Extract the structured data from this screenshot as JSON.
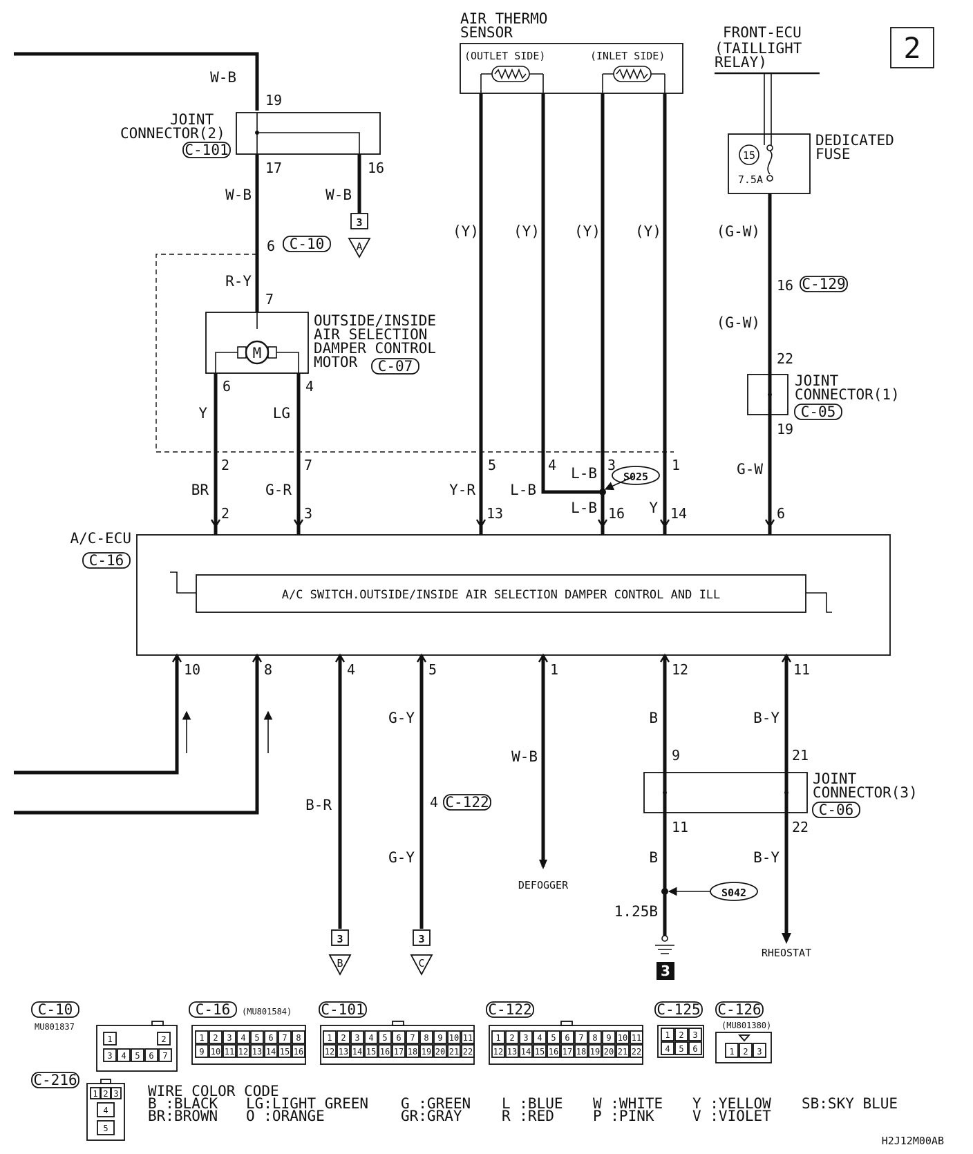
{
  "page_number": "2",
  "doc_code": "H2J12M00AB",
  "front_ecu": {
    "line1": "FRONT-ECU",
    "line2": "(TAILLIGHT",
    "line3": "RELAY)"
  },
  "air_thermo": {
    "line1": "AIR THERMO",
    "line2": "SENSOR",
    "outlet": "(OUTLET SIDE)",
    "inlet": "(INLET SIDE)"
  },
  "joint2": {
    "line1": "JOINT",
    "line2": "CONNECTOR(2)",
    "ref": "C-101"
  },
  "joint1": {
    "line1": "JOINT",
    "line2": "CONNECTOR(1)",
    "ref": "C-05"
  },
  "joint3": {
    "line1": "JOINT",
    "line2": "CONNECTOR(3)",
    "ref": "C-06"
  },
  "fuse": {
    "line1": "DEDICATED",
    "line2": "FUSE",
    "num": "15",
    "rating": "7.5A"
  },
  "motor": {
    "line1": "OUTSIDE/INSIDE",
    "line2": "AIR SELECTION",
    "line3": "DAMPER CONTROL",
    "line4": "MOTOR",
    "ref": "C-07",
    "symbol": "M"
  },
  "ecu": {
    "name": "A/C-ECU",
    "ref": "C-16",
    "inner": "A/C SWITCH.OUTSIDE/INSIDE AIR SELECTION DAMPER CONTROL AND ILL"
  },
  "splices": {
    "s025": "S025",
    "s042": "S042"
  },
  "refs": {
    "c10": "C-10",
    "c129": "C-129",
    "c122": "C-122"
  },
  "wires": {
    "wb": "W-B",
    "ry": "R-Y",
    "y": "Y",
    "lg": "LG",
    "br": "BR",
    "gr": "G-R",
    "yp": "(Y)",
    "yr": "Y-R",
    "lb": "L-B",
    "gwp": "(G-W)",
    "gw": "G-W",
    "br2": "B-R",
    "gy": "G-Y",
    "b": "B",
    "by": "B-Y",
    "b125": "1.25B"
  },
  "pins": {
    "p19": "19",
    "p17": "17",
    "p16": "16",
    "p6": "6",
    "p7": "7",
    "p4": "4",
    "p2": "2",
    "p3": "3",
    "p5": "5",
    "p1": "1",
    "p13": "13",
    "p14": "14",
    "p22": "22",
    "p10": "10",
    "p8": "8",
    "p12": "12",
    "p11": "11",
    "p9": "9",
    "p21": "21"
  },
  "ground_num": "3",
  "conn_num": "3",
  "ends": {
    "a": "A",
    "b": "B",
    "c": "C",
    "defogger": "DEFOGGER",
    "rheostat": "RHEOSTAT"
  },
  "connectors": {
    "c10": {
      "ref": "C-10",
      "part": "MU801837",
      "pins": [
        "1",
        "2",
        "3",
        "4",
        "5",
        "6",
        "7"
      ]
    },
    "c16": {
      "ref": "C-16",
      "part": "(MU801584)",
      "pins": [
        "1",
        "2",
        "3",
        "4",
        "5",
        "6",
        "7",
        "8",
        "9",
        "10",
        "11",
        "12",
        "13",
        "14",
        "15",
        "16"
      ]
    },
    "c101": {
      "ref": "C-101",
      "pins": [
        "1",
        "2",
        "3",
        "4",
        "5",
        "6",
        "7",
        "8",
        "9",
        "10",
        "11",
        "12",
        "13",
        "14",
        "15",
        "16",
        "17",
        "18",
        "19",
        "20",
        "21",
        "22"
      ]
    },
    "c122": {
      "ref": "C-122",
      "pins": [
        "1",
        "2",
        "3",
        "4",
        "5",
        "6",
        "7",
        "8",
        "9",
        "10",
        "11",
        "12",
        "13",
        "14",
        "15",
        "16",
        "17",
        "18",
        "19",
        "20",
        "21",
        "22"
      ]
    },
    "c125": {
      "ref": "C-125",
      "pins": [
        "1",
        "2",
        "3",
        "4",
        "5",
        "6"
      ]
    },
    "c126": {
      "ref": "C-126",
      "part": "(MU801380)",
      "pins": [
        "1",
        "2",
        "3"
      ]
    },
    "c216": {
      "ref": "C-216",
      "pins": [
        "1",
        "2",
        "3",
        "4",
        "5"
      ]
    }
  },
  "legend": {
    "title": "WIRE COLOR CODE",
    "row1": [
      "B :BLACK",
      "LG:LIGHT GREEN",
      "G :GREEN",
      "L :BLUE",
      "W :WHITE",
      "Y :YELLOW",
      "SB:SKY BLUE"
    ],
    "row2": [
      "BR:BROWN",
      "O :ORANGE",
      "GR:GRAY",
      "R :RED",
      "P :PINK",
      "V :VIOLET"
    ]
  }
}
